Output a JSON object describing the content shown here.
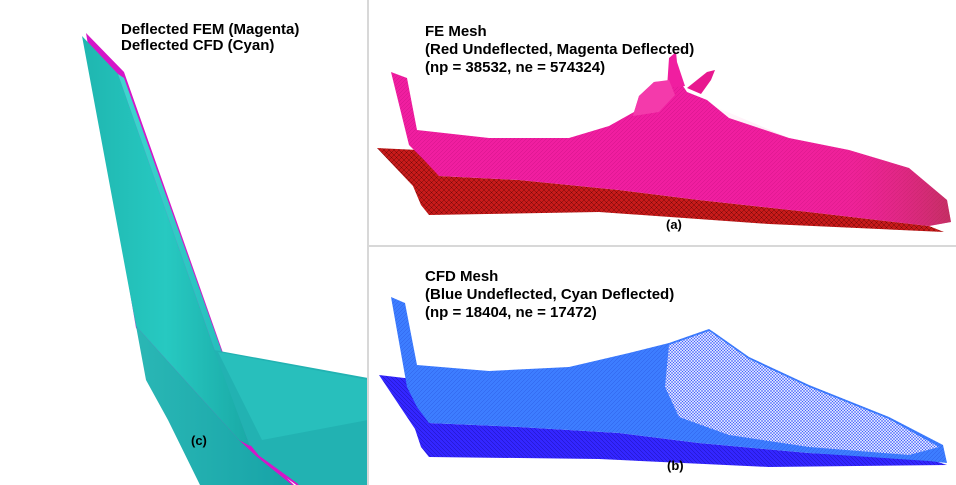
{
  "panel_c": {
    "legend_line1": "Deflected FEM (Magenta)",
    "legend_line2": "Deflected CFD (Cyan)",
    "label": "(c)"
  },
  "panel_a": {
    "title": "FE Mesh",
    "subtitle": "(Red Undeflected, Magenta Deflected)",
    "stats": "(np = 38532, ne = 574324)",
    "label": "(a)"
  },
  "panel_b": {
    "title": "CFD Mesh",
    "subtitle": "(Blue Undeflected, Cyan Deflected)",
    "stats": "(np = 18404, ne = 17472)",
    "label": "(b)"
  },
  "colors": {
    "fem_deflected": "#ff1493",
    "fem_undeflected": "#b22222",
    "cfd_deflected": "#19b3c4",
    "cfd_undeflected": "#2a3cff",
    "cfd_mesh_deflected": "#3a78ff"
  }
}
